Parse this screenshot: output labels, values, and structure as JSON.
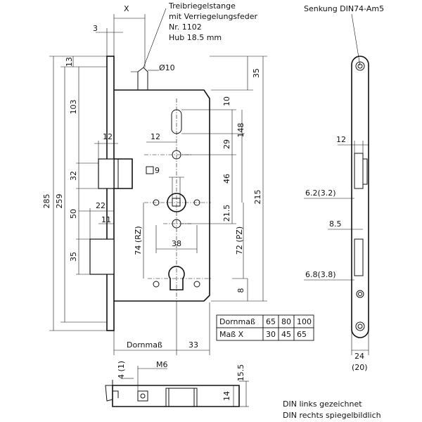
{
  "labels": {
    "x_top": "X",
    "treib_l1": "Treibriegelstange",
    "treib_l2": "mit Verriegelungsfeder",
    "treib_l3": "Nr. 1102",
    "treib_l4": "Hub 18.5 mm",
    "senkung": "Senkung DIN74-Am5",
    "phi10": "Ø10",
    "sq9": "9",
    "m6": "M6",
    "din_l1": "DIN links gezeichnet",
    "din_l2": "DIN rechts spiegelbildlich"
  },
  "dims": {
    "d3": "3",
    "d13": "13",
    "d103": "103",
    "d12a": "12",
    "d32": "32",
    "d285": "285",
    "d259": "259",
    "d22": "22",
    "d50": "50",
    "d11": "11",
    "d35a": "35",
    "d35t": "35",
    "d10": "10",
    "d148": "148",
    "d12b": "12",
    "d29": "29",
    "d46": "46",
    "d215": "215",
    "d215b": "21.5",
    "d74rz": "74 (RZ)",
    "d38": "38",
    "d72pz": "72 (PZ)",
    "d8": "8",
    "dornmass": "Dornmaß",
    "d33": "33",
    "s12": "12",
    "s62": "6.2(3.2)",
    "s85": "8.5",
    "s68": "6.8(3.8)",
    "s24": "24",
    "s20": "(20)",
    "b4": "4 (1)",
    "b155": "15.5",
    "b14": "14"
  },
  "table": {
    "headers": [
      "Dornmaß",
      "65",
      "80",
      "100"
    ],
    "row": [
      "Maß X",
      "30",
      "45",
      "65"
    ]
  }
}
